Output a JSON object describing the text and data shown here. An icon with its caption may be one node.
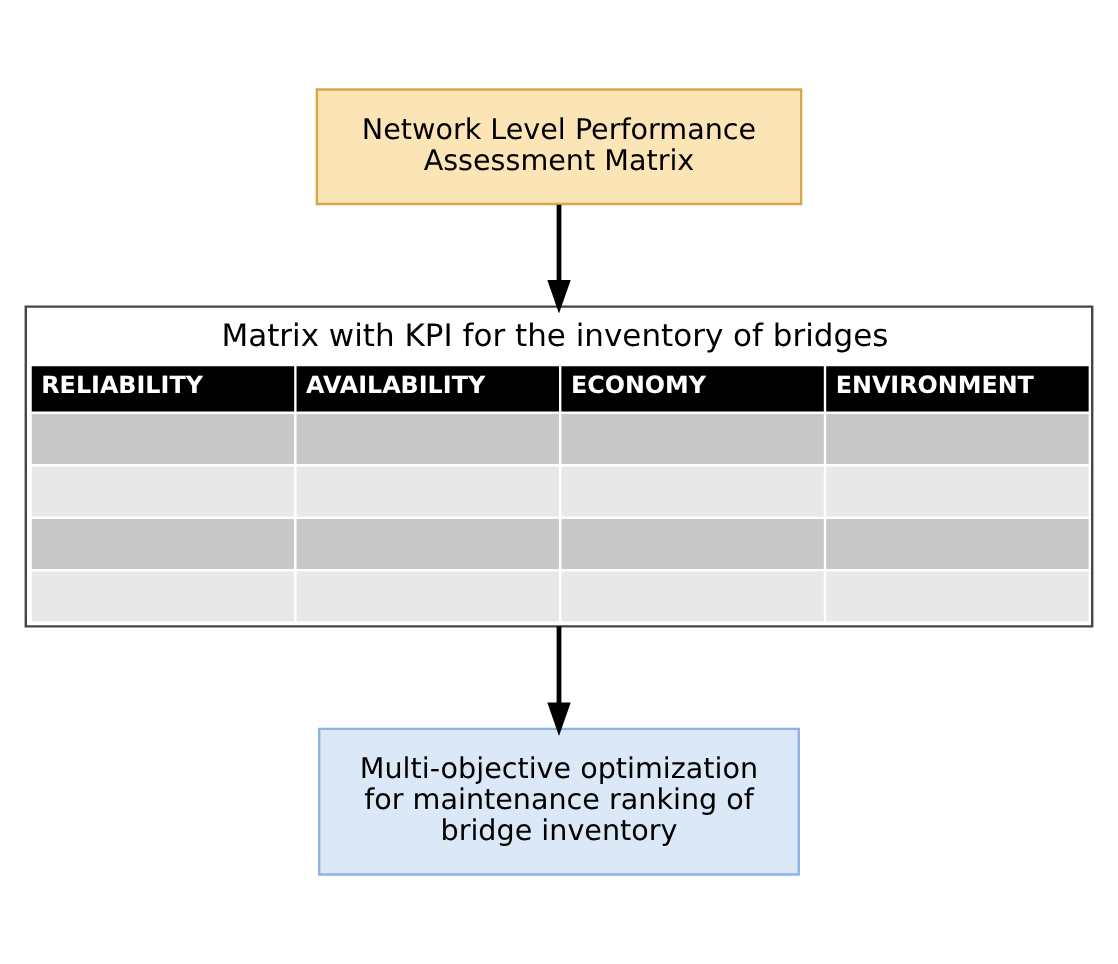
{
  "diagram": {
    "nodes": [
      {
        "text": [
          "Network Level Performance Assessment Matrix"
        ]
      },
      {
        "text": [
          "Matrix with KPI for the inventory of bridges",
          "RELIABILITY",
          "AVAILABILITY",
          "ECONOMY",
          "ENVIRONMENT"
        ]
      },
      {
        "text": [
          "Multi-objective optimization for maintenance ranking of bridge inventory"
        ]
      }
    ],
    "edges": [
      {
        "from": 0,
        "to": 1,
        "arrow": "to"
      },
      {
        "from": 1,
        "to": 2,
        "arrow": "to"
      }
    ]
  }
}
